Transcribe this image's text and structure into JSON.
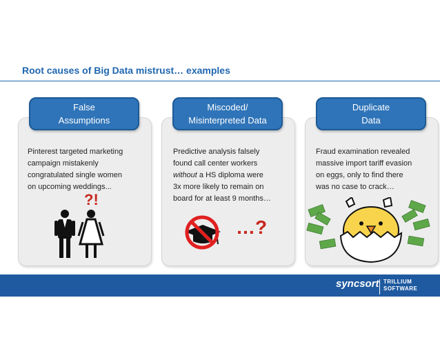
{
  "title": "Root causes of Big Data mistrust… examples",
  "panels": [
    {
      "header": [
        "False",
        "Assumptions"
      ],
      "lines": [
        "Pinterest targeted marketing",
        "campaign mistakenly",
        "congratulated single women",
        "on upcoming weddings..."
      ],
      "mark": "?!"
    },
    {
      "header": [
        "Miscoded/",
        "Misinterpreted Data"
      ],
      "lines_pre": "Predictive analysis falsely",
      "lines_line2": "found call center workers",
      "italic_word": "without",
      "line3_rest": " a HS diploma were",
      "lines_rest": [
        "3x more likely to remain on",
        "board for at least 9 months…"
      ],
      "mark": "…?"
    },
    {
      "header": [
        "Duplicate",
        "Data"
      ],
      "lines": [
        "Fraud examination revealed",
        "massive import tariff evasion",
        "on eggs, only to find there",
        "was no case to crack…"
      ]
    }
  ],
  "footer": {
    "brand": "syncsort",
    "brand2_line1": "TRILLIUM",
    "brand2_line2": "SOFTWARE"
  },
  "colors": {
    "accent": "#2167b0",
    "tab": "#2f74b8",
    "footer": "#1f5aa0",
    "mark": "#c8261f"
  },
  "icons": [
    "bride-groom-icon",
    "no-graduation-cap-icon",
    "chick-hatching-icon",
    "money-bills-icon"
  ]
}
